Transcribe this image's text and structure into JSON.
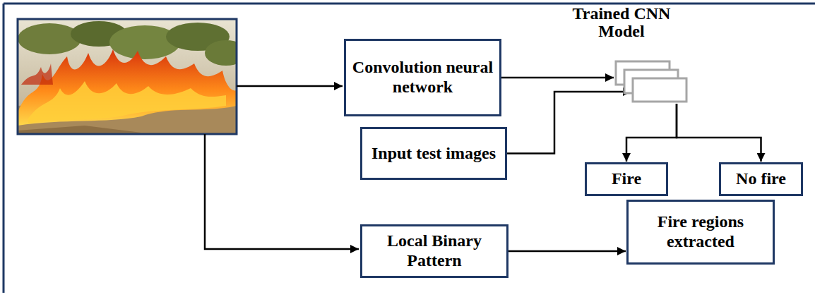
{
  "diagram": {
    "nodes": [
      {
        "text": [
          "Convolution neural network"
        ]
      },
      {
        "text": [
          "Trained CNN Model"
        ]
      },
      {
        "text": [
          "Input test images"
        ]
      },
      {
        "text": [
          "Fire"
        ]
      },
      {
        "text": [
          "No fire"
        ]
      },
      {
        "text": [
          "Local Binary Pattern"
        ]
      },
      {
        "text": [
          "Fire regions extracted"
        ]
      }
    ],
    "edges": [
      {
        "from": 0,
        "to": 1,
        "arrow": "to"
      },
      {
        "from": 2,
        "to": 1,
        "arrow": "to"
      },
      {
        "from": 1,
        "to": 3,
        "arrow": "to"
      },
      {
        "from": 1,
        "to": 4,
        "arrow": "to"
      },
      {
        "from": 5,
        "to": 6,
        "arrow": "to"
      }
    ]
  }
}
